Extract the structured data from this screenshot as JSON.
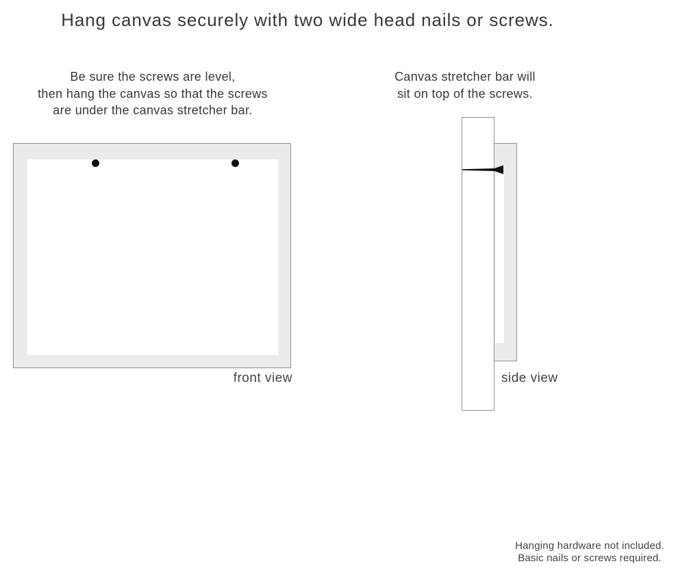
{
  "page": {
    "title": "Hang canvas securely with two wide head nails or screws."
  },
  "notes": {
    "front": {
      "line1": "Be sure the screws are level,",
      "line2": "then hang the canvas so that the screws",
      "line3": "are under the canvas stretcher bar."
    },
    "side": {
      "line1": "Canvas stretcher bar will",
      "line2": "sit on top of the screws."
    }
  },
  "diagrams": {
    "front": {
      "label": "front view",
      "screw_count": 2
    },
    "side": {
      "label": "side view"
    }
  },
  "footer": {
    "line1": "Hanging hardware not included.",
    "line2": "Basic nails or screws required."
  },
  "colors": {
    "canvas_fill": "#ebebeb",
    "outline": "#8f8f8f",
    "text": "#34383b",
    "screw": "#111111",
    "background": "#ffffff"
  }
}
